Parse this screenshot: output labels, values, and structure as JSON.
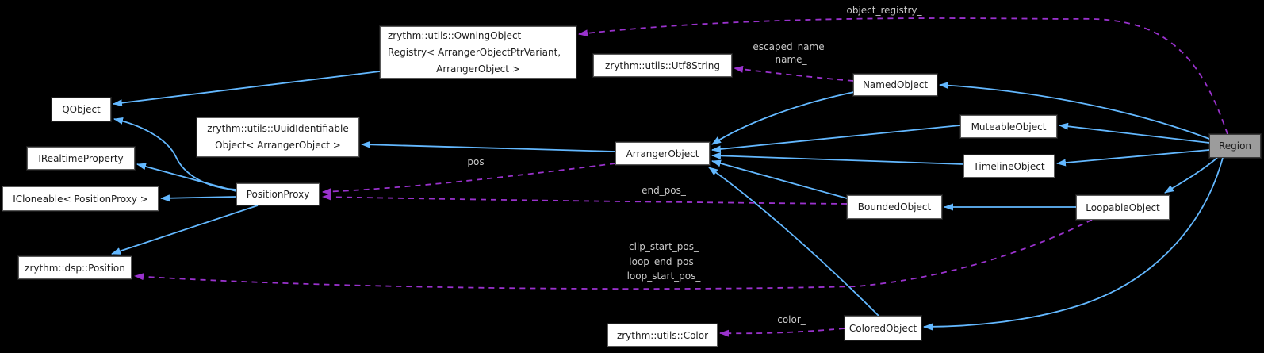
{
  "diagram": {
    "type": "doxygen-collaboration-graph",
    "focus_node": "Region",
    "background": "#000000"
  },
  "colors": {
    "inheritance_edge": "#63b8ff",
    "usage_edge": "#9a32cd",
    "node_fill": "#ffffff",
    "node_border": "#595959",
    "node_text": "#1b1b1b",
    "highlight_node_fill": "#9c9c9c",
    "edge_label_text": "#c9c9c9"
  },
  "nodes": {
    "owning_registry": {
      "lines": [
        "zrythm::utils::OwningObject",
        "Registry< ArrangerObjectPtrVariant,",
        "ArrangerObject >"
      ]
    },
    "qobject": {
      "label": "QObject"
    },
    "irealtime_property": {
      "label": "IRealtimeProperty"
    },
    "icloneable_positionproxy": {
      "label": "ICloneable< PositionProxy >"
    },
    "uuid_identifiable": {
      "lines": [
        "zrythm::utils::UuidIdentifiable",
        "Object< ArrangerObject >"
      ]
    },
    "position_proxy": {
      "label": "PositionProxy"
    },
    "dsp_position": {
      "label": "zrythm::dsp::Position"
    },
    "utf8_string": {
      "label": "zrythm::utils::Utf8String"
    },
    "named_object": {
      "label": "NamedObject"
    },
    "arranger_object": {
      "label": "ArrangerObject"
    },
    "muteable_object": {
      "label": "MuteableObject"
    },
    "timeline_object": {
      "label": "TimelineObject"
    },
    "bounded_object": {
      "label": "BoundedObject"
    },
    "loopable_object": {
      "label": "LoopableObject"
    },
    "region": {
      "label": "Region"
    },
    "utils_color": {
      "label": "zrythm::utils::Color"
    },
    "colored_object": {
      "label": "ColoredObject"
    }
  },
  "edge_labels": {
    "object_registry": "object_registry_",
    "escaped_name": "escaped_name_",
    "name": "name_",
    "pos": "pos_",
    "end_pos": "end_pos_",
    "clip_start_pos": "clip_start_pos_",
    "loop_end_pos": "loop_end_pos_",
    "loop_start_pos": "loop_start_pos_",
    "color": "color_"
  },
  "edges": [
    {
      "from": "owning_registry",
      "to": "qobject",
      "type": "inheritance"
    },
    {
      "from": "position_proxy",
      "to": "qobject",
      "type": "inheritance"
    },
    {
      "from": "position_proxy",
      "to": "irealtime_property",
      "type": "inheritance"
    },
    {
      "from": "position_proxy",
      "to": "icloneable_positionproxy",
      "type": "inheritance"
    },
    {
      "from": "position_proxy",
      "to": "dsp_position",
      "type": "inheritance"
    },
    {
      "from": "arranger_object",
      "to": "uuid_identifiable",
      "type": "inheritance"
    },
    {
      "from": "named_object",
      "to": "arranger_object",
      "type": "inheritance"
    },
    {
      "from": "muteable_object",
      "to": "arranger_object",
      "type": "inheritance"
    },
    {
      "from": "timeline_object",
      "to": "arranger_object",
      "type": "inheritance"
    },
    {
      "from": "bounded_object",
      "to": "arranger_object",
      "type": "inheritance"
    },
    {
      "from": "colored_object",
      "to": "arranger_object",
      "type": "inheritance"
    },
    {
      "from": "loopable_object",
      "to": "bounded_object",
      "type": "inheritance"
    },
    {
      "from": "region",
      "to": "named_object",
      "type": "inheritance"
    },
    {
      "from": "region",
      "to": "muteable_object",
      "type": "inheritance"
    },
    {
      "from": "region",
      "to": "timeline_object",
      "type": "inheritance"
    },
    {
      "from": "region",
      "to": "loopable_object",
      "type": "inheritance"
    },
    {
      "from": "region",
      "to": "colored_object",
      "type": "inheritance"
    },
    {
      "from": "region",
      "to": "owning_registry",
      "type": "usage",
      "label": "object_registry_"
    },
    {
      "from": "named_object",
      "to": "utf8_string",
      "type": "usage",
      "label": "escaped_name_ name_"
    },
    {
      "from": "arranger_object",
      "to": "position_proxy",
      "type": "usage",
      "label": "pos_"
    },
    {
      "from": "bounded_object",
      "to": "position_proxy",
      "type": "usage",
      "label": "end_pos_"
    },
    {
      "from": "loopable_object",
      "to": "dsp_position",
      "type": "usage",
      "label": "clip_start_pos_ loop_end_pos_ loop_start_pos_"
    },
    {
      "from": "colored_object",
      "to": "utils_color",
      "type": "usage",
      "label": "color_"
    }
  ]
}
